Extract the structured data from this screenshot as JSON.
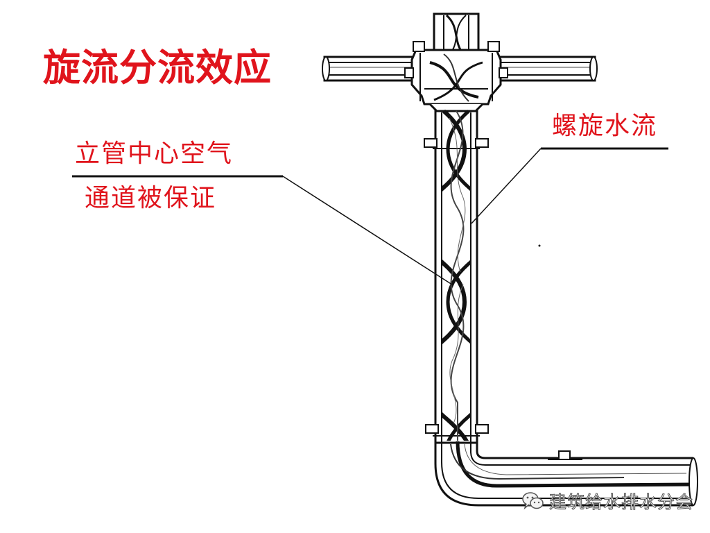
{
  "title": "旋流分流效应",
  "labels": {
    "air_line1": "立管中心空气",
    "air_line2": "通道被保证",
    "spiral": "螺旋水流"
  },
  "watermark": {
    "text": "建筑给水排水分会",
    "icon": "wechat-icon"
  },
  "colors": {
    "text_red": "#e0141c",
    "line": "#111111"
  }
}
